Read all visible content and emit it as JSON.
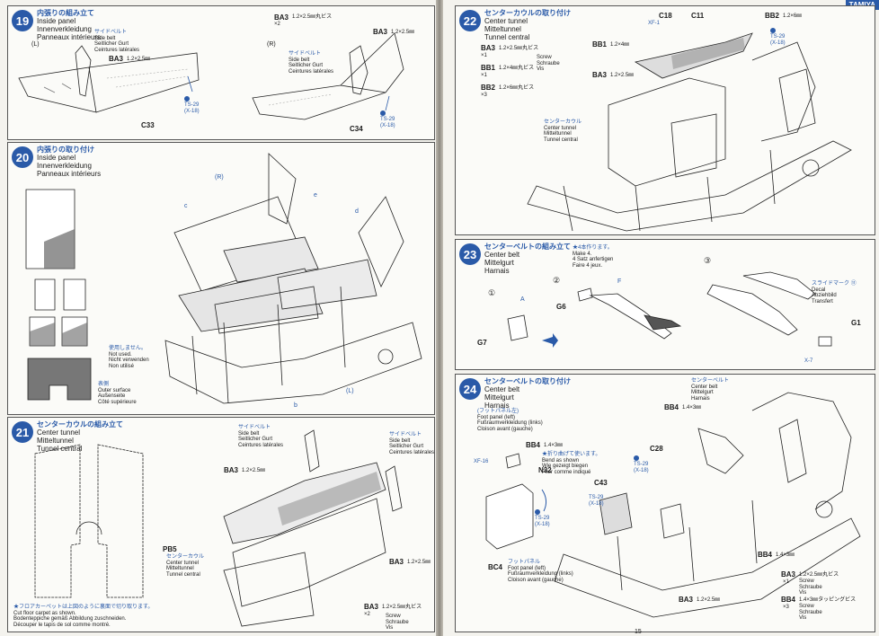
{
  "brand": "TAMIYA",
  "page_number": "15",
  "steps": {
    "s19": {
      "num": "19",
      "title_jp": "内張りの組み立て",
      "title_en": "Inside panel",
      "title_de": "Innenverkleidung",
      "title_fr": "Panneaux intérieurs",
      "left_label": "(L)",
      "right_label": "(R)",
      "header_part": "BA3",
      "header_size": "1.2×2.5㎜丸ビス",
      "header_qty": "×2",
      "side_belt_jp": "サイドベルト",
      "side_belt_en": "Side belt",
      "side_belt_de": "Seitlicher Gurt",
      "side_belt_fr": "Ceintures latérales",
      "ba3_l": "BA3",
      "ba3_l_size": "1.2×2.5㎜",
      "ba3_r": "BA3",
      "ba3_r_size": "1.2×2.5㎜",
      "c33": "C33",
      "c34": "C34",
      "ts29": "TS-29",
      "ts29_x": "(X-18)"
    },
    "s20": {
      "num": "20",
      "title_jp": "内張りの取り付け",
      "title_en": "Inside panel",
      "title_de": "Innenverkleidung",
      "title_fr": "Panneaux intérieurs",
      "r_label": "(R)",
      "l_label": "(L)",
      "c_label": "c",
      "d_label": "d",
      "e_label": "e",
      "b_label": "b",
      "not_used_jp": "使用しません。",
      "not_used_en": "Not used.",
      "not_used_de": "Nicht verwenden",
      "not_used_fr": "Non utilisé",
      "outer_jp": "表側",
      "outer_en": "Outer surface",
      "outer_de": "Außenseite",
      "outer_fr": "Côté supérieure"
    },
    "s21": {
      "num": "21",
      "title_jp": "センターカウルの組み立て",
      "title_en": "Center tunnel",
      "title_de": "Mitteltunnel",
      "title_fr": "Tunnel central",
      "side_belt_jp": "サイドベルト",
      "side_belt_en": "Side belt",
      "side_belt_de": "Seitlicher Gurt",
      "side_belt_fr": "Ceintures latérales",
      "ba3_top": "BA3",
      "ba3_top_size": "1.2×2.5㎜",
      "pb5": "PB5",
      "cc_jp": "センターカウル",
      "cc_en": "Center tunnel",
      "cc_de": "Mitteltunnel",
      "cc_fr": "Tunnel central",
      "ba3_right": "BA3",
      "ba3_right_size": "1.2×2.5㎜",
      "ba3_bottom": "BA3",
      "ba3_bottom_size": "1.2×2.5㎜丸ビス",
      "ba3_bottom_qty": "×2",
      "screw_en": "Screw",
      "screw_de": "Schraube",
      "screw_fr": "Vis",
      "floor_note_jp": "★フロアカーペットは上図のように裏面で切り取ります。",
      "floor_note_en": "Cut floor carpet as shown.",
      "floor_note_de": "Bodenteppiche gemäß Abbildung zuschneiden.",
      "floor_note_fr": "Découper le tapis de sol comme montré."
    },
    "s22": {
      "num": "22",
      "title_jp": "センターカウルの取り付け",
      "title_en": "Center tunnel",
      "title_de": "Mitteltunnel",
      "title_fr": "Tunnel central",
      "c18": "C18",
      "c18_sub": "XF-1",
      "c11": "C11",
      "bb2_top": "BB2",
      "bb2_top_size": "1.2×6㎜",
      "bb1_side": "BB1",
      "bb1_side_size": "1.2×4㎜",
      "ba3_side": "BA3",
      "ba3_side_size": "1.2×2.5㎜",
      "ts29": "TS-29",
      "ts29_x": "(X-18)",
      "legend": [
        {
          "part": "BA3",
          "size": "1.2×2.5㎜丸ビス",
          "qty": "×1"
        },
        {
          "part": "BB1",
          "size": "1.2×4㎜丸ビス",
          "qty": "×1"
        },
        {
          "part": "BB2",
          "size": "1.2×6㎜丸ビス",
          "qty": "×3"
        }
      ],
      "screw_en": "Screw",
      "screw_de": "Schraube",
      "screw_fr": "Vis",
      "cc_jp": "センターカウル",
      "cc_en": "Center tunnel",
      "cc_de": "Mitteltunnel",
      "cc_fr": "Tunnel central"
    },
    "s23": {
      "num": "23",
      "title_jp": "センターベルトの組み立て",
      "title_en": "Center belt",
      "title_de": "Mittelgurt",
      "title_fr": "Harnais",
      "make4_jp": "★4本作ります。",
      "make4_en": "Make 4.",
      "make4_de": "4 Satz anfertigen",
      "make4_fr": "Faire 4 jeux.",
      "n1": "①",
      "n2": "②",
      "n3": "③",
      "a": "A",
      "f": "F",
      "g6": "G6",
      "g7": "G7",
      "g1": "G1",
      "x7": "X-7",
      "slide_jp": "スライドマーク",
      "slide_num": "⑪",
      "slide_en": "Decal",
      "slide_de": "Abziehbild",
      "slide_fr": "Transfert"
    },
    "s24": {
      "num": "24",
      "title_jp": "センターベルトの取り付け",
      "title_en": "Center belt",
      "title_de": "Mittelgurt",
      "title_fr": "Harnais",
      "foot_jp": "(フットパネル左)",
      "foot_en": "Foot panel (left)",
      "foot_de": "Fußraumverkleidung (links)",
      "foot_fr": "Cloison avant (gauche)",
      "bb4_a": "BB4",
      "bb4_a_size": "1.4×3㎜",
      "bend_jp": "★折り曲げて使います。",
      "bend_en": "Bend as shown",
      "bend_de": "Wie gezeigt biegen",
      "bend_fr": "Plier comme indiqué",
      "xf16": "XF-16",
      "n32": "N32",
      "c28": "C28",
      "c43": "C43",
      "ts29a": "TS-29",
      "ts29a_x": "(X-18)",
      "ts29b": "TS-29",
      "ts29b_x": "(X-18)",
      "ts29c": "TS-29",
      "ts29c_x": "(X-18)",
      "bc4": "BC4",
      "fp_jp": "フットパネル",
      "fp_en": "Foot panel (left)",
      "fp_de": "Fußraumverkleidung (links)",
      "fp_fr": "Cloison avant (gauche)",
      "bb4_top": "BB4",
      "bb4_top_size": "1.4×3㎜",
      "cb_jp": "センターベルト",
      "cb_en": "Center belt",
      "cb_de": "Mittelgurt",
      "cb_fr": "Harnais",
      "bb4_right": "BB4",
      "bb4_right_size": "1.4×3㎜",
      "ba3_bottom": "BA3",
      "ba3_bottom_size": "1.2×2.5㎜",
      "legend": [
        {
          "part": "BA3",
          "size": "1.2×2.5㎜丸ビス",
          "qty": "×1"
        },
        {
          "part": "BB4",
          "size": "1.4×3㎜タッピングビス",
          "qty": "×3"
        }
      ],
      "screw_en": "Screw",
      "screw_de": "Schraube",
      "screw_fr": "Vis"
    }
  }
}
